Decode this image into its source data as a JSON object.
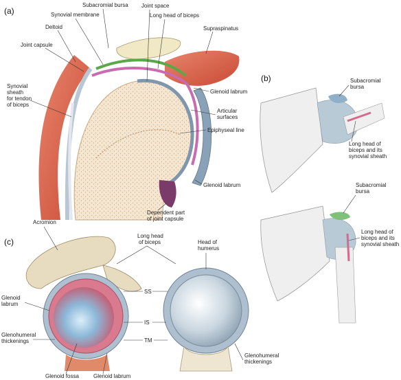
{
  "panels": {
    "a": "(a)",
    "b": "(b)",
    "c": "(c)"
  },
  "labels_a": {
    "subacromial_bursa": "Subacromial bursa",
    "joint_space": "Joint space",
    "synovial_membrane": "Synovial membrane",
    "long_head_biceps": "Long head of biceps",
    "deltoid": "Deltoid",
    "supraspinatus": "Supraspinatus",
    "joint_capsule": "Joint capsule",
    "synovial_sheath_1": "Synovial",
    "synovial_sheath_2": "sheath",
    "synovial_sheath_3": "for tendon",
    "synovial_sheath_4": "of biceps",
    "glenoid_labrum_top": "Glenoid labrum",
    "articular_1": "Articular",
    "articular_2": "surfaces",
    "epiphyseal_line": "Epiphyseal line",
    "glenoid_labrum_bottom": "Glenoid labrum",
    "dependent_1": "Dependent part",
    "dependent_2": "of joint capsule"
  },
  "labels_b": {
    "bursa_1a": "Subacromial",
    "bursa_1b": "bursa",
    "lhb_1a": "Long head of",
    "lhb_1b": "biceps and its",
    "lhb_1c": "synovial sheath",
    "bursa_2a": "Subacromial",
    "bursa_2b": "bursa",
    "lhb_2a": "Long head of",
    "lhb_2b": "biceps and its",
    "lhb_2c": "synovial sheath"
  },
  "labels_c": {
    "acromion": "Acromion",
    "lhb_1": "Long head",
    "lhb_2": "of biceps",
    "hoh_1": "Head of",
    "hoh_2": "humerus",
    "ss": "SS",
    "is": "IS",
    "tm": "TM",
    "glenoid_labrum_1": "Glenoid",
    "glenoid_labrum_2": "labrum",
    "gh_left_1": "Glenohumeral",
    "gh_left_2": "thickenings",
    "gh_right_1": "Glenohumeral",
    "gh_right_2": "thickenings",
    "glenoid_fossa": "Glenoid fossa",
    "glenoid_labrum_bottom": "Glenoid labrum"
  },
  "colors": {
    "muscle": "#d9654a",
    "bone_fill": "#f4e6d0",
    "cartilage": "#b8c7d6",
    "synovial": "#5aa84a",
    "capsule": "#c86bb0",
    "scapula": "#eeeeee",
    "humerus_head": "#b8cad6"
  }
}
